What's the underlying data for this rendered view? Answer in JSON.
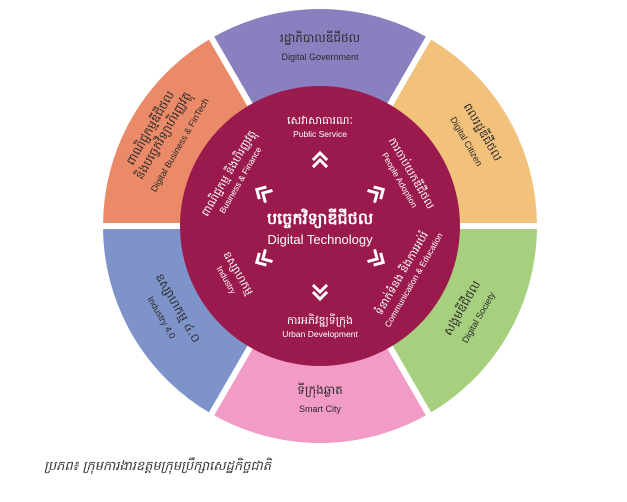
{
  "center": {
    "title_km": "បច្ចេកវិទ្យាឌីជីថល",
    "title_en": "Digital Technology",
    "color": "#9b1a4e"
  },
  "outer": [
    {
      "km": "រដ្ឋាភិបាលឌីជីថល",
      "en": "Digital Government",
      "color": "#8a7fbf"
    },
    {
      "km": "ពលរដ្ឋឌីជីថល",
      "en": "Digital Citizen",
      "color": "#f2c27c"
    },
    {
      "km": "សង្គមឌីជីថល",
      "en": "Digital Society",
      "color": "#a7d07e"
    },
    {
      "km": "ទីក្រុងឆ្លាត",
      "en": "Smart City",
      "color": "#f19bc6"
    },
    {
      "km": "ឧស្សាហកម្ម ៤.០",
      "en": "Industry 4.0",
      "color": "#7e93c9"
    },
    {
      "km": "ពាណិជ្ជកម្មឌីជីថល និងបច្ចេកវិទ្យាហិរញ្ញវត្ថុ",
      "en": "Digital Business & FinTech",
      "color": "#ea8a68"
    }
  ],
  "inner": [
    {
      "km": "សេវាសាធារណៈ",
      "en": "Public Service"
    },
    {
      "km": "ការចាប់យកឌីជីថល",
      "en": "People Adoption"
    },
    {
      "km": "ទំនាក់ទំនង និងការអប់រំ",
      "en": "Communication & Education"
    },
    {
      "km": "ការអភិវឌ្ឍទីក្រុង",
      "en": "Urban Development"
    },
    {
      "km": "ឧស្សាហកម្ម",
      "en": "Industry"
    },
    {
      "km": "ពាណិជ្ជកម្ម និងហិរញ្ញវត្ថុ",
      "en": "Business & Finance"
    }
  ],
  "source": "ប្រភព៖ ក្រុមការងារឧត្តមក្រុមប្រឹក្សាសេដ្ឋកិច្ចជាតិ"
}
